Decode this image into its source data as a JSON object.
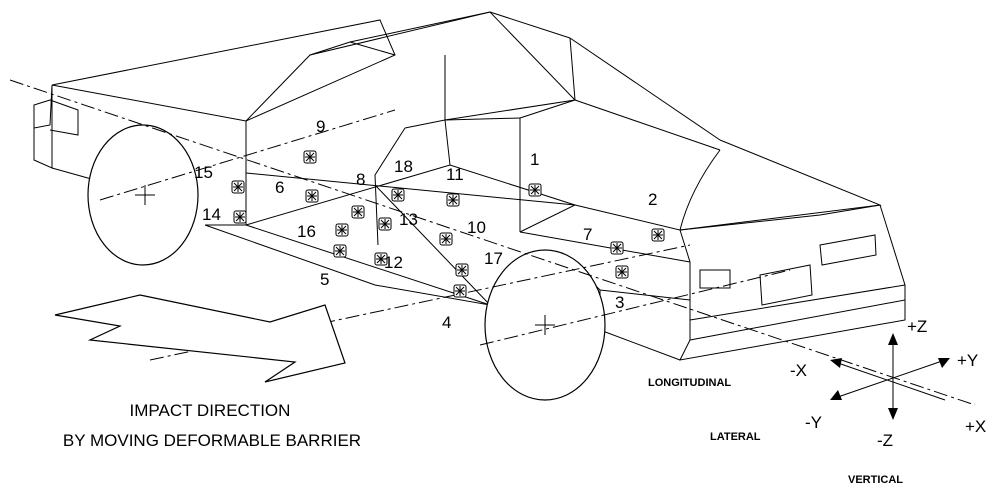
{
  "figure": {
    "caption_line1": "IMPACT DIRECTION",
    "caption_line2": "BY MOVING DEFORMABLE BARRIER"
  },
  "point_labels": [
    "1",
    "2",
    "3",
    "4",
    "5",
    "6",
    "7",
    "8",
    "9",
    "10",
    "11",
    "12",
    "13",
    "14",
    "15",
    "16",
    "17",
    "18"
  ],
  "axes": {
    "plus_z": "+Z",
    "minus_z": "-Z",
    "plus_y": "+Y",
    "minus_y": "-Y",
    "plus_x": "+X",
    "minus_x": "-X",
    "longitudinal": "LONGITUDINAL",
    "lateral": "LATERAL",
    "vertical": "VERTICAL"
  },
  "colors": {
    "ink": "#000000",
    "paper": "#ffffff"
  }
}
